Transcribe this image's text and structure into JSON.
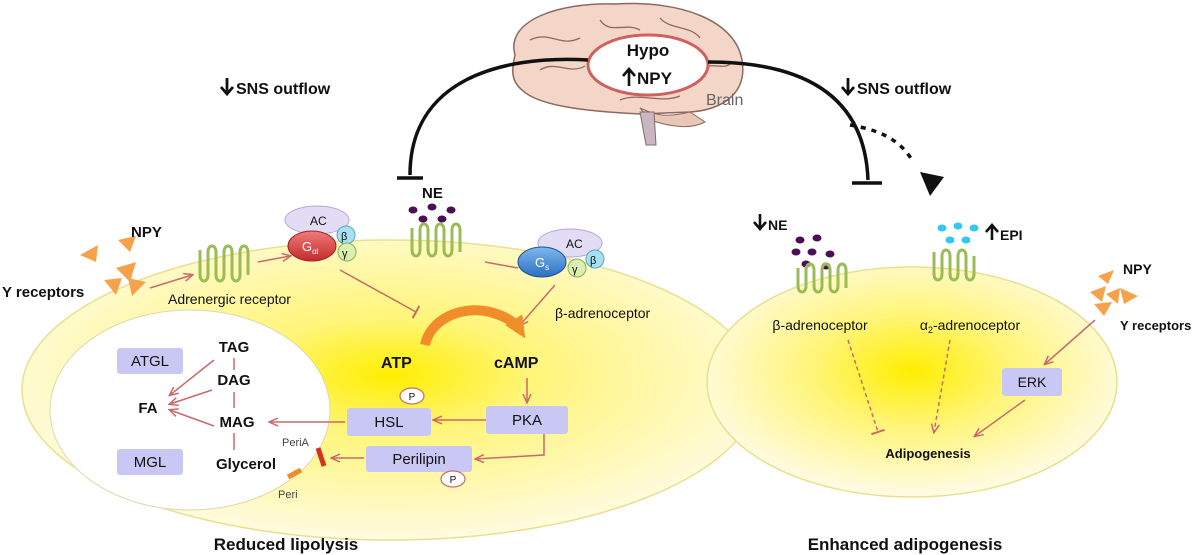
{
  "brain": {
    "hypo_label": "Hypo",
    "npy_label": "NPY",
    "brain_label": "Brain"
  },
  "left_panel": {
    "sns_label": "SNS outflow",
    "ne_label": "NE",
    "npy_label": "NPY",
    "y_receptors_label": "Y receptors",
    "adrenergic_receptor_label": "Adrenergic receptor",
    "beta_adrenoceptor_label": "β-adrenoceptor",
    "ac_label_1": "AC",
    "gai_label": "G",
    "gai_sub": "αi",
    "beta_label_1": "β",
    "gamma_label_1": "γ",
    "ac_label_2": "AC",
    "gs_label": "G",
    "gs_sub": "s",
    "gamma_label_2": "γ",
    "beta_label_2": "β",
    "atp_label": "ATP",
    "camp_label": "cAMP",
    "pka_label": "PKA",
    "hsl_label": "HSL",
    "perilipin_label": "Perilipin",
    "p_label_1": "P",
    "p_label_2": "P",
    "atgl_label": "ATGL",
    "mgl_label": "MGL",
    "tag_label": "TAG",
    "dag_label": "DAG",
    "fa_label": "FA",
    "mag_label": "MAG",
    "glycerol_label": "Glycerol",
    "peria_label": "PeriA",
    "peri_label": "Peri",
    "caption": "Reduced lipolysis"
  },
  "right_panel": {
    "sns_label": "SNS outflow",
    "ne_label": "NE",
    "epi_label": "EPI",
    "npy_label": "NPY",
    "y_receptors_label": "Y receptors",
    "beta_adrenoceptor_label": "β-adrenoceptor",
    "alpha2_prefix": "α",
    "alpha2_sub": "2",
    "alpha2_suffix": "-adrenoceptor",
    "erk_label": "ERK",
    "adipogenesis_label": "Adipogenesis",
    "caption": "Enhanced adipogenesis"
  },
  "colors": {
    "cell_fill": "#fff7a8",
    "cell_center": "#ffef1a",
    "box_fill": "#c9c8f5",
    "arrow_red": "#c86a6a",
    "orange": "#f08c2a",
    "receptor_green": "#9bbb55",
    "dot_purple": "#4b0f56",
    "dot_cyan": "#33c8f0",
    "npy_orange": "#f5a24a",
    "hypo_ring": "#d06060"
  }
}
